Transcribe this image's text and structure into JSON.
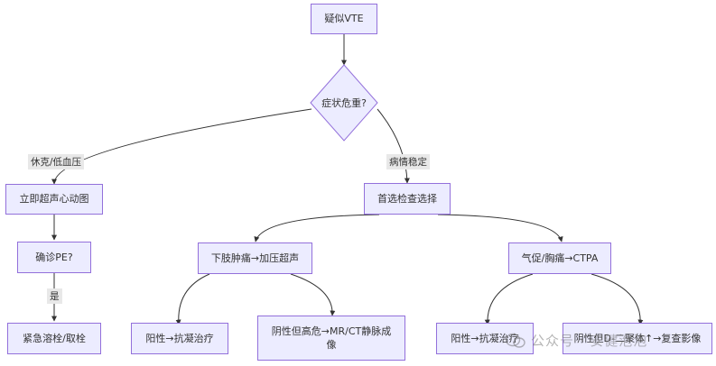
{
  "nodes": {
    "start": "疑似VTE",
    "decision": "症状危重?",
    "echo": "立即超声心动图",
    "confirm_pe": "确诊PE?",
    "thrombolysis": "紧急溶栓/取栓",
    "first_choice": "首选检查选择",
    "leg_pain": "下肢肿痛→加压超声",
    "dyspnea": "气促/胸痛→CTPA",
    "positive_anticoag_1": "阳性→抗凝治疗",
    "negative_high_risk": "阴性但高危→MR/CT静脉成像",
    "positive_anticoag_2": "阳性→抗凝治疗",
    "negative_ddimer": "阴性但D-二聚体↑→复查影像"
  },
  "edge_labels": {
    "shock": "休克/低血压",
    "stable": "病情稳定",
    "yes": "是"
  },
  "watermark": {
    "text": "公众号 · 安健泡泡"
  },
  "colors": {
    "node_fill": "#ECECFF",
    "node_border": "#9370DB",
    "edge": "#333333",
    "edge_label_bg": "#e8e8e8"
  }
}
